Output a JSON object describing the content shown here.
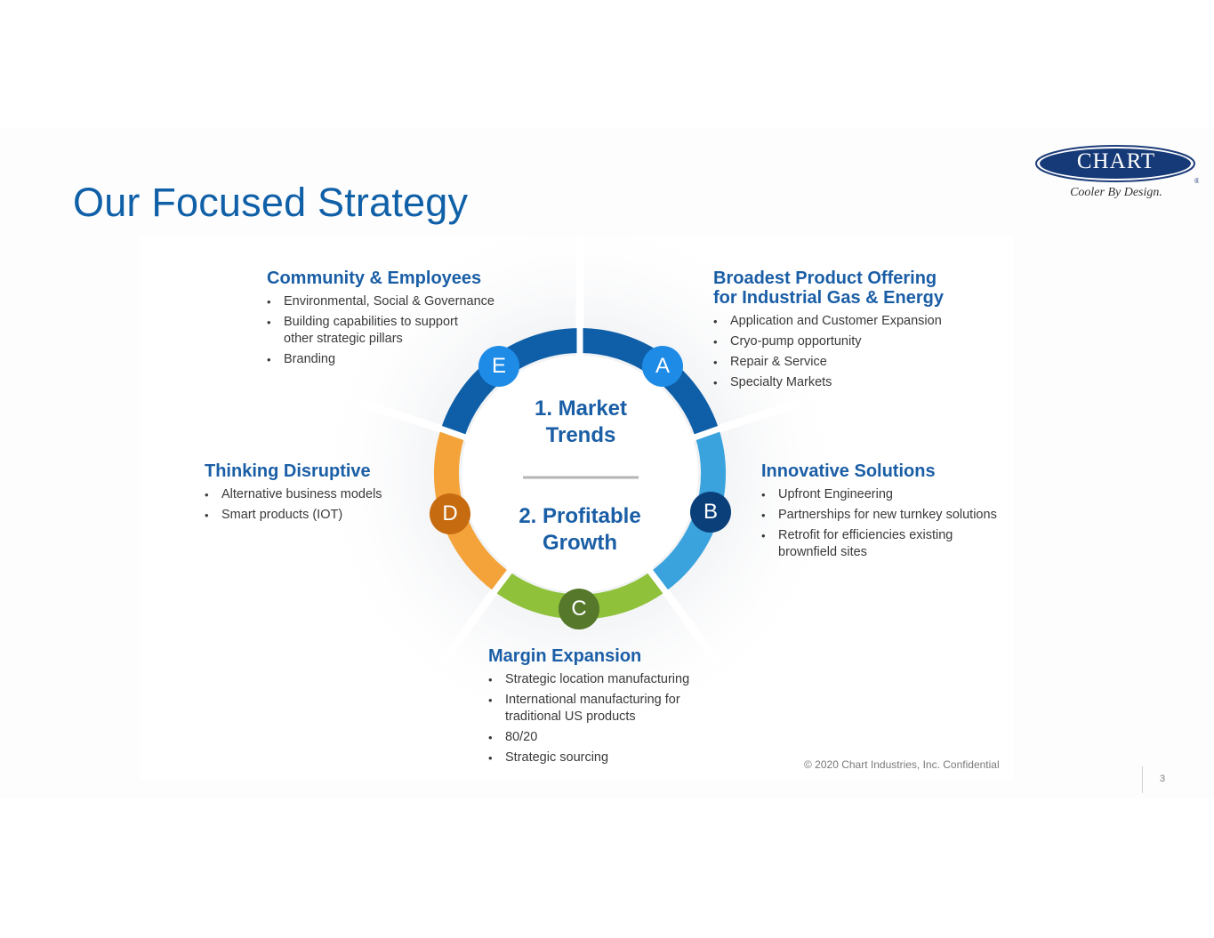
{
  "slide": {
    "title": "Our Focused Strategy",
    "page_number": "3",
    "copyright": "© 2020 Chart Industries, Inc. Confidential"
  },
  "logo": {
    "wordmark": "CHART",
    "tagline": "Cooler By Design.",
    "registered_mark": "®"
  },
  "center": {
    "top": [
      "1. Market",
      "Trends"
    ],
    "bottom": [
      "2. Profitable",
      "Growth"
    ]
  },
  "badges": {
    "a": "A",
    "b": "B",
    "c": "C",
    "d": "D",
    "e": "E"
  },
  "colors": {
    "title_blue": "#1060a8",
    "heading_blue": "#1a5ea6",
    "segment_A": "#0f5fa8",
    "segment_B": "#3aa3dd",
    "segment_C": "#8fc13b",
    "segment_D": "#f3a33a",
    "segment_E": "#0f5fa8",
    "badge_A": "#1e8be6",
    "badge_B": "#0a3f7a",
    "badge_C": "#56782a",
    "badge_D": "#c76b10",
    "badge_E": "#1e8be6"
  },
  "groups": {
    "a": {
      "heading": [
        "Broadest Product Offering",
        "for Industrial Gas & Energy"
      ],
      "items": [
        "Application and Customer Expansion",
        "Cryo-pump opportunity",
        "Repair & Service",
        "Specialty Markets"
      ]
    },
    "b": {
      "heading": "Innovative Solutions",
      "items": [
        "Upfront Engineering",
        "Partnerships for new turnkey solutions",
        "Retrofit for efficiencies existing brownfield sites"
      ]
    },
    "c": {
      "heading": "Margin Expansion",
      "items": [
        "Strategic location manufacturing",
        "International manufacturing for traditional US products",
        "80/20",
        "Strategic sourcing"
      ]
    },
    "d": {
      "heading": "Thinking Disruptive",
      "items": [
        "Alternative business models",
        "Smart products (IOT)"
      ]
    },
    "e": {
      "heading": "Community & Employees",
      "items": [
        "Environmental, Social & Governance",
        "Building capabilities to support other strategic pillars",
        "Branding"
      ]
    }
  }
}
